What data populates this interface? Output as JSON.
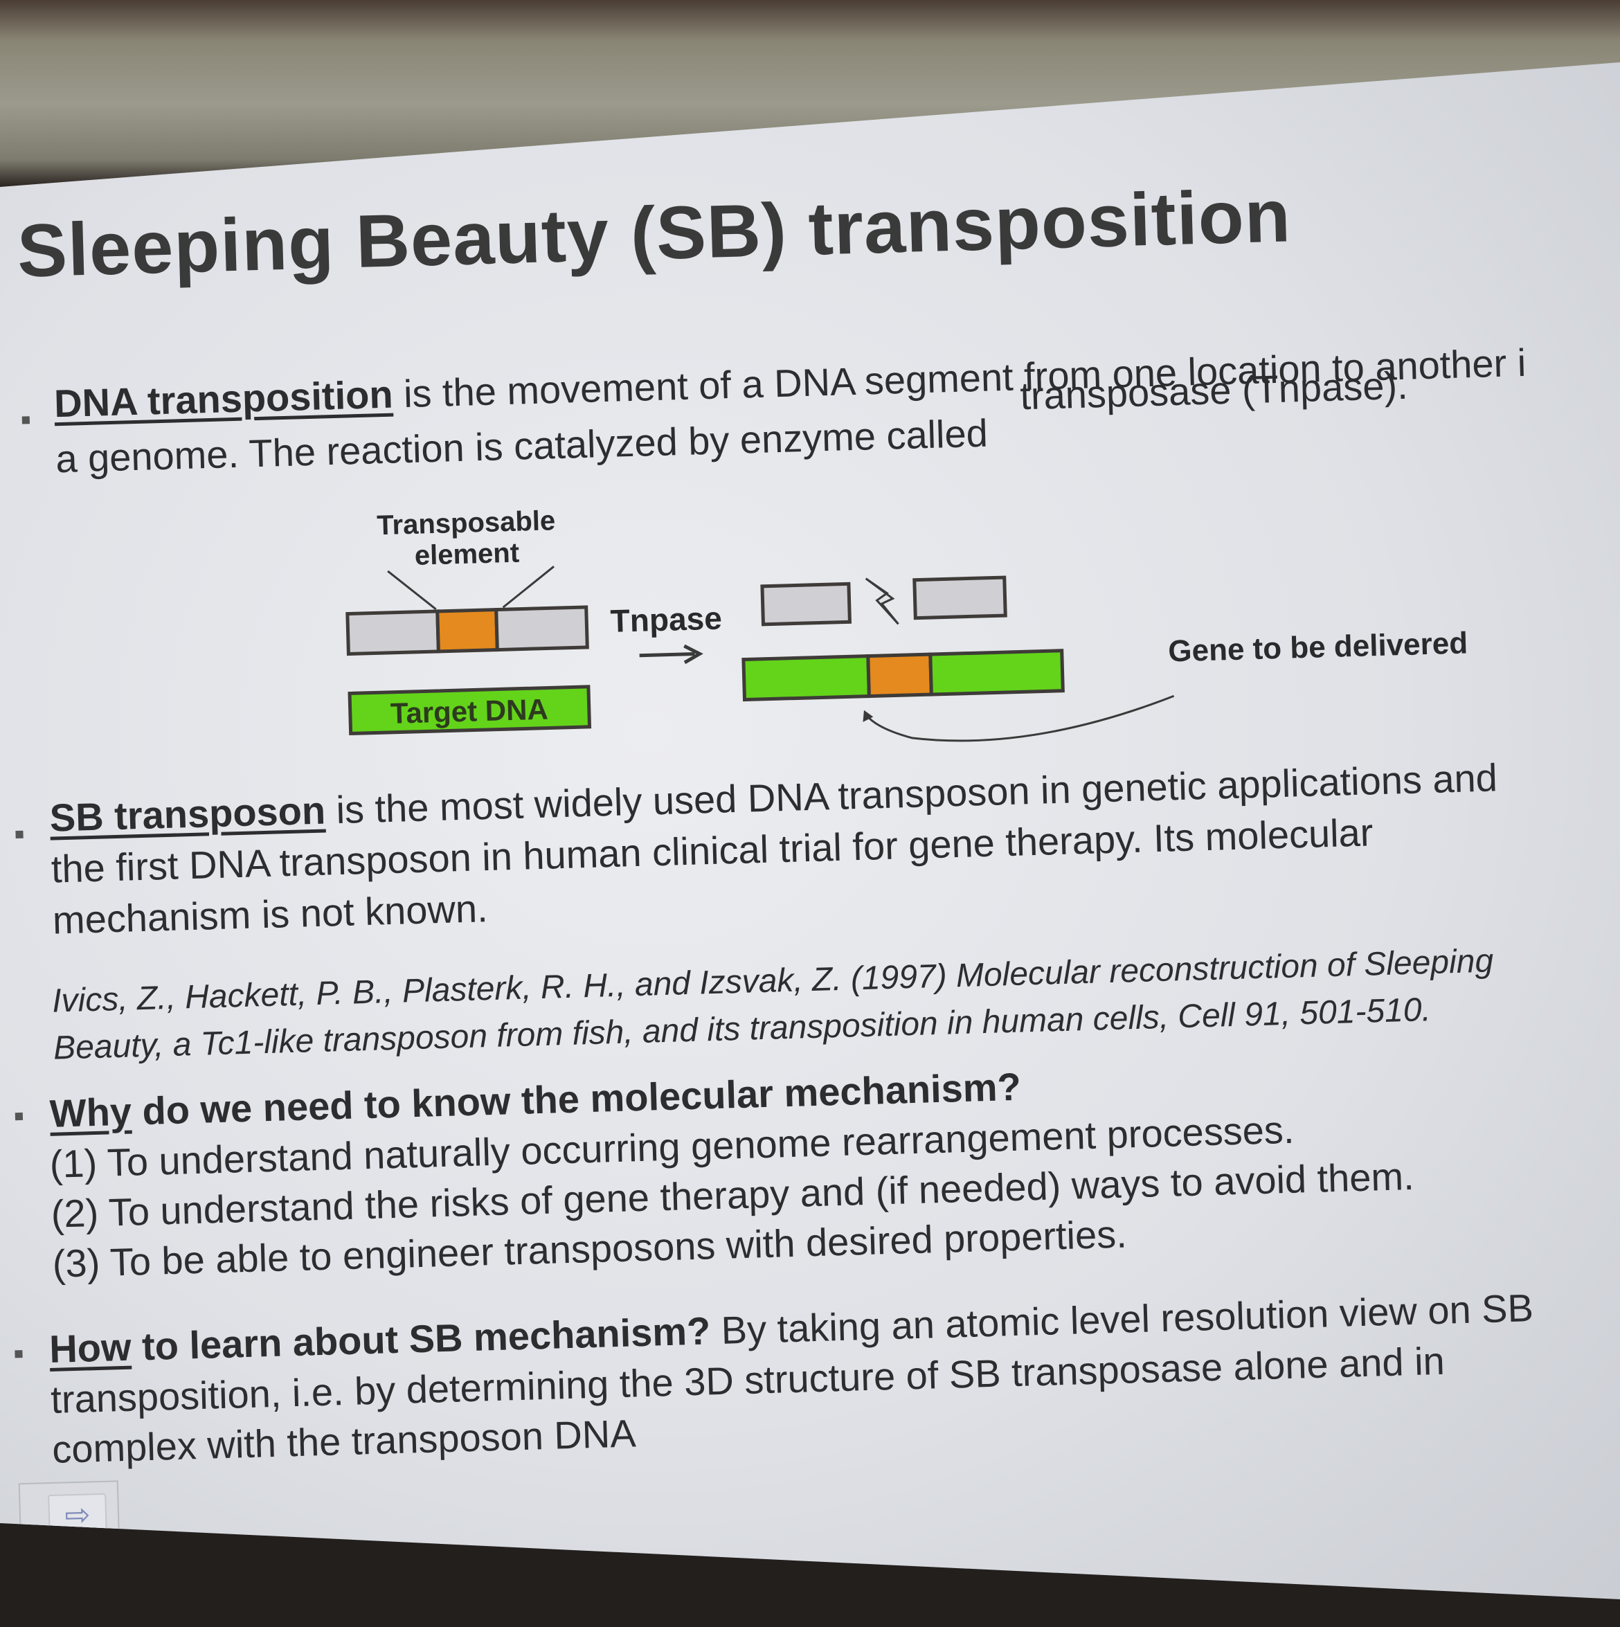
{
  "slide": {
    "title": "Sleeping Beauty (SB) transposition",
    "b1": {
      "term": "DNA transposition",
      "line1": " is the movement of a DNA segment  from one location to another i",
      "line1b": "transposase (Tnpase).",
      "line2": "a genome. The reaction is catalyzed by  enzyme called"
    },
    "diagram": {
      "transposable_label_1": "Transposable",
      "transposable_label_2": "element",
      "target_label": "Target DNA",
      "enzyme_label": "Tnpase",
      "gene_label": "Gene to be delivered",
      "colors": {
        "gray": "#cfcfd4",
        "orange": "#e58a1e",
        "green": "#63d41a",
        "border": "#3e3b38"
      }
    },
    "b2": {
      "term": "SB transposon",
      "line1": " is the most widely  used DNA transposon in genetic applications  and",
      "line2": "the first  DNA transposon  in human clinical trial for gene therapy.  Its molecular",
      "line3": "mechanism is not known."
    },
    "reference": {
      "line1": "Ivics, Z., Hackett, P. B., Plasterk, R. H., and Izsvak, Z. (1997) Molecular reconstruction of Sleeping",
      "line2": "Beauty, a Tc1-like transposon from fish, and its transposition in human cells, Cell 91, 501-510."
    },
    "b3": {
      "term": "Why",
      "rest": " do we need to know the molecular mechanism?",
      "items": [
        "(1) To understand naturally  occurring genome rearrangement processes.",
        "(2) To understand the risks of gene therapy and (if needed) ways to avoid them.",
        "(3) To be able to engineer  transposons with  desired properties."
      ]
    },
    "b4": {
      "term": "How",
      "bold_rest": " to learn about SB mechanism?",
      "line1": " By taking  an atomic level resolution view on SB",
      "line2": "transposition, i.e. by determining  the 3D structure of SB transposase alone and  in",
      "line3": "complex with the transposon DNA"
    },
    "nav_icon": "arrow-right-icon"
  }
}
